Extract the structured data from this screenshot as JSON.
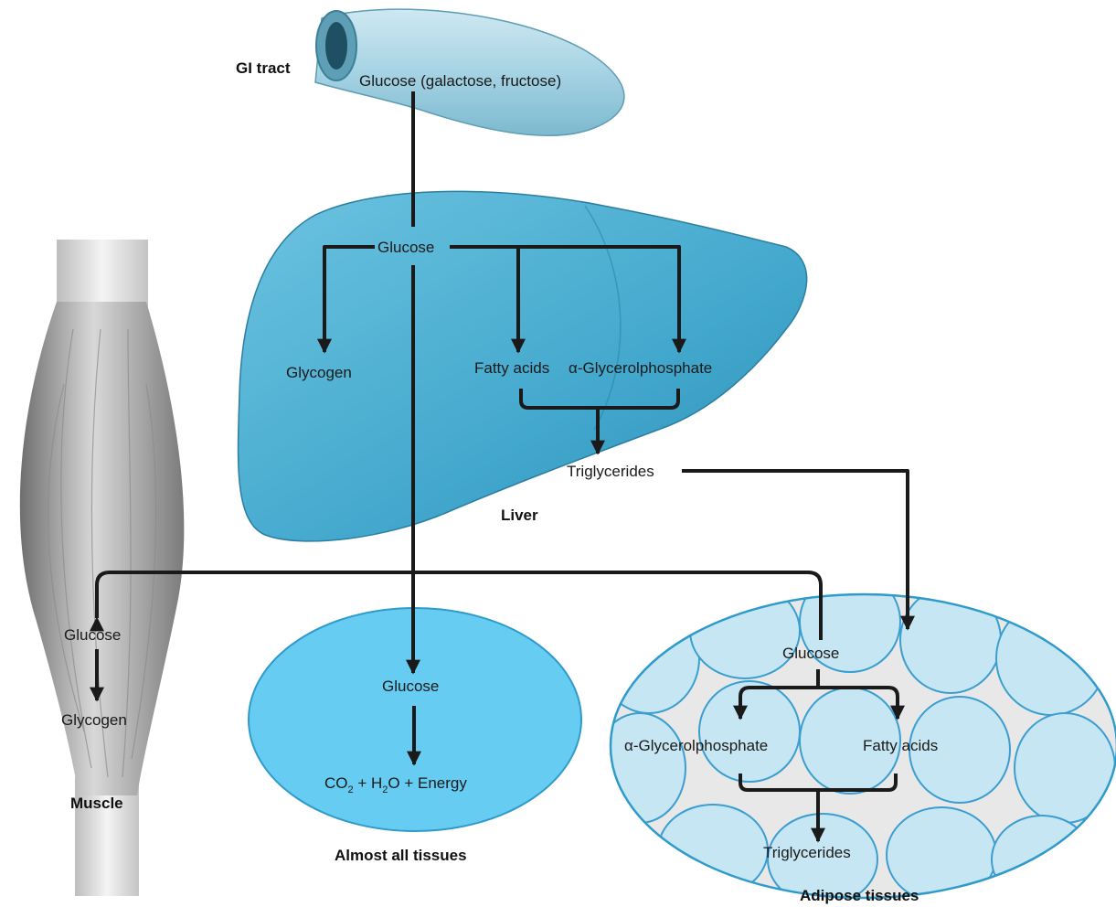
{
  "organs": {
    "gi_tract": "GI tract",
    "liver": "Liver",
    "muscle": "Muscle",
    "almost_all_tissues": "Almost all tissues",
    "adipose_tissues": "Adipose tissues"
  },
  "gi": {
    "glucose_sources": "Glucose (galactose, fructose)"
  },
  "liver": {
    "glucose": "Glucose",
    "glycogen": "Glycogen",
    "fatty_acids": "Fatty acids",
    "glycerolphosphate": "α-Glycerolphosphate",
    "triglycerides": "Triglycerides"
  },
  "muscle": {
    "glucose": "Glucose",
    "glycogen": "Glycogen"
  },
  "tissues": {
    "glucose": "Glucose",
    "co2": "CO",
    "co2_sub": "2",
    "plus_h2": " + H",
    "h2_sub": "2",
    "o_energy": "O + Energy"
  },
  "adipose": {
    "glucose": "Glucose",
    "glycerolphosphate": "α-Glycerolphosphate",
    "fatty_acids": "Fatty acids",
    "triglycerides": "Triglycerides"
  },
  "colors": {
    "liver": "#4aaed0",
    "liver_dark": "#2a86a8",
    "tissue_blue": "#66ccf2",
    "adipose_cell": "#c7e6f3",
    "adipose_border": "#3a9ed0",
    "muscle": "#a9a9a9",
    "gi": "#a6d3e4"
  }
}
